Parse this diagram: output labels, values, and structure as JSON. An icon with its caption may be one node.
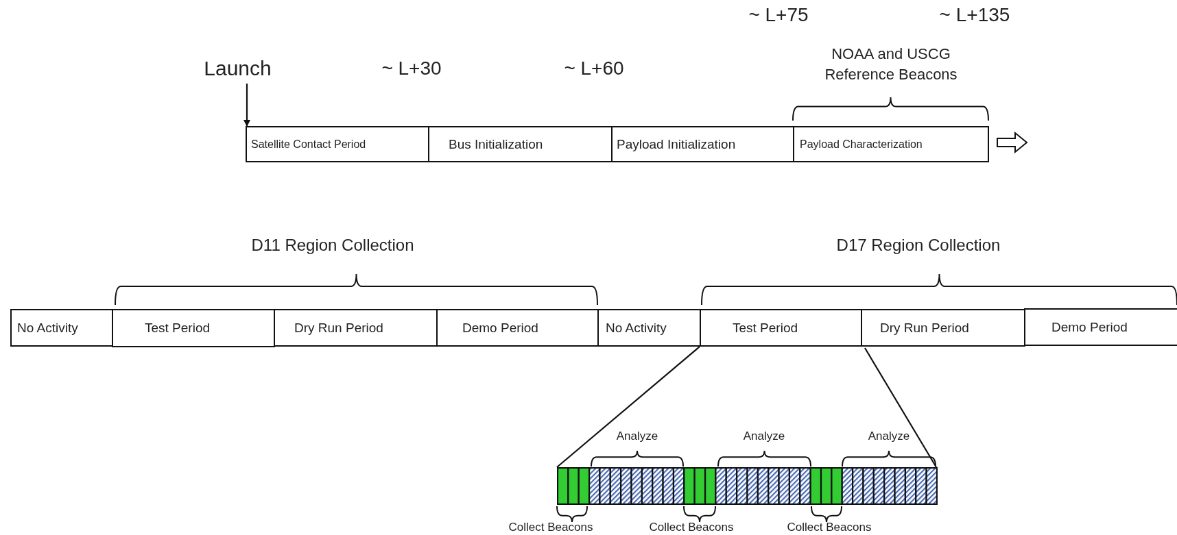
{
  "diagram": {
    "nodes": [
      {
        "text": [
          "Launch"
        ]
      },
      {
        "text": [
          "Satellite Contact Period"
        ]
      },
      {
        "text": [
          "Bus Initialization"
        ]
      },
      {
        "text": [
          "Payload Initialization"
        ]
      },
      {
        "text": [
          "Payload Characterization"
        ]
      },
      {
        "text": [
          "No Activity"
        ]
      },
      {
        "text": [
          "Test Period"
        ]
      },
      {
        "text": [
          "Dry Run Period"
        ]
      },
      {
        "text": [
          "Demo Period"
        ]
      },
      {
        "text": [
          "No Activity"
        ]
      },
      {
        "text": [
          "Test Period"
        ]
      },
      {
        "text": [
          "Dry Run Period"
        ]
      },
      {
        "text": [
          "Demo Period"
        ]
      },
      {
        "text": [],
        "shape": "bar"
      }
    ],
    "edges": [
      {
        "from": 0,
        "to": 1,
        "arrow": "to"
      },
      {
        "from": 10,
        "to": 13,
        "arrow": "none"
      },
      {
        "from": 10,
        "to": 13,
        "arrow": "none"
      }
    ],
    "labels": [
      "~ L+75",
      "~ L+135",
      "NOAA and USCG Reference Beacons",
      "~ L+30",
      "~ L+60",
      "D11 Region Collection",
      "D17 Region Collection",
      "Analyze",
      "Analyze",
      "Analyze",
      "Collect Beacons",
      "Collect Beacons",
      "Collect Beacons"
    ]
  }
}
